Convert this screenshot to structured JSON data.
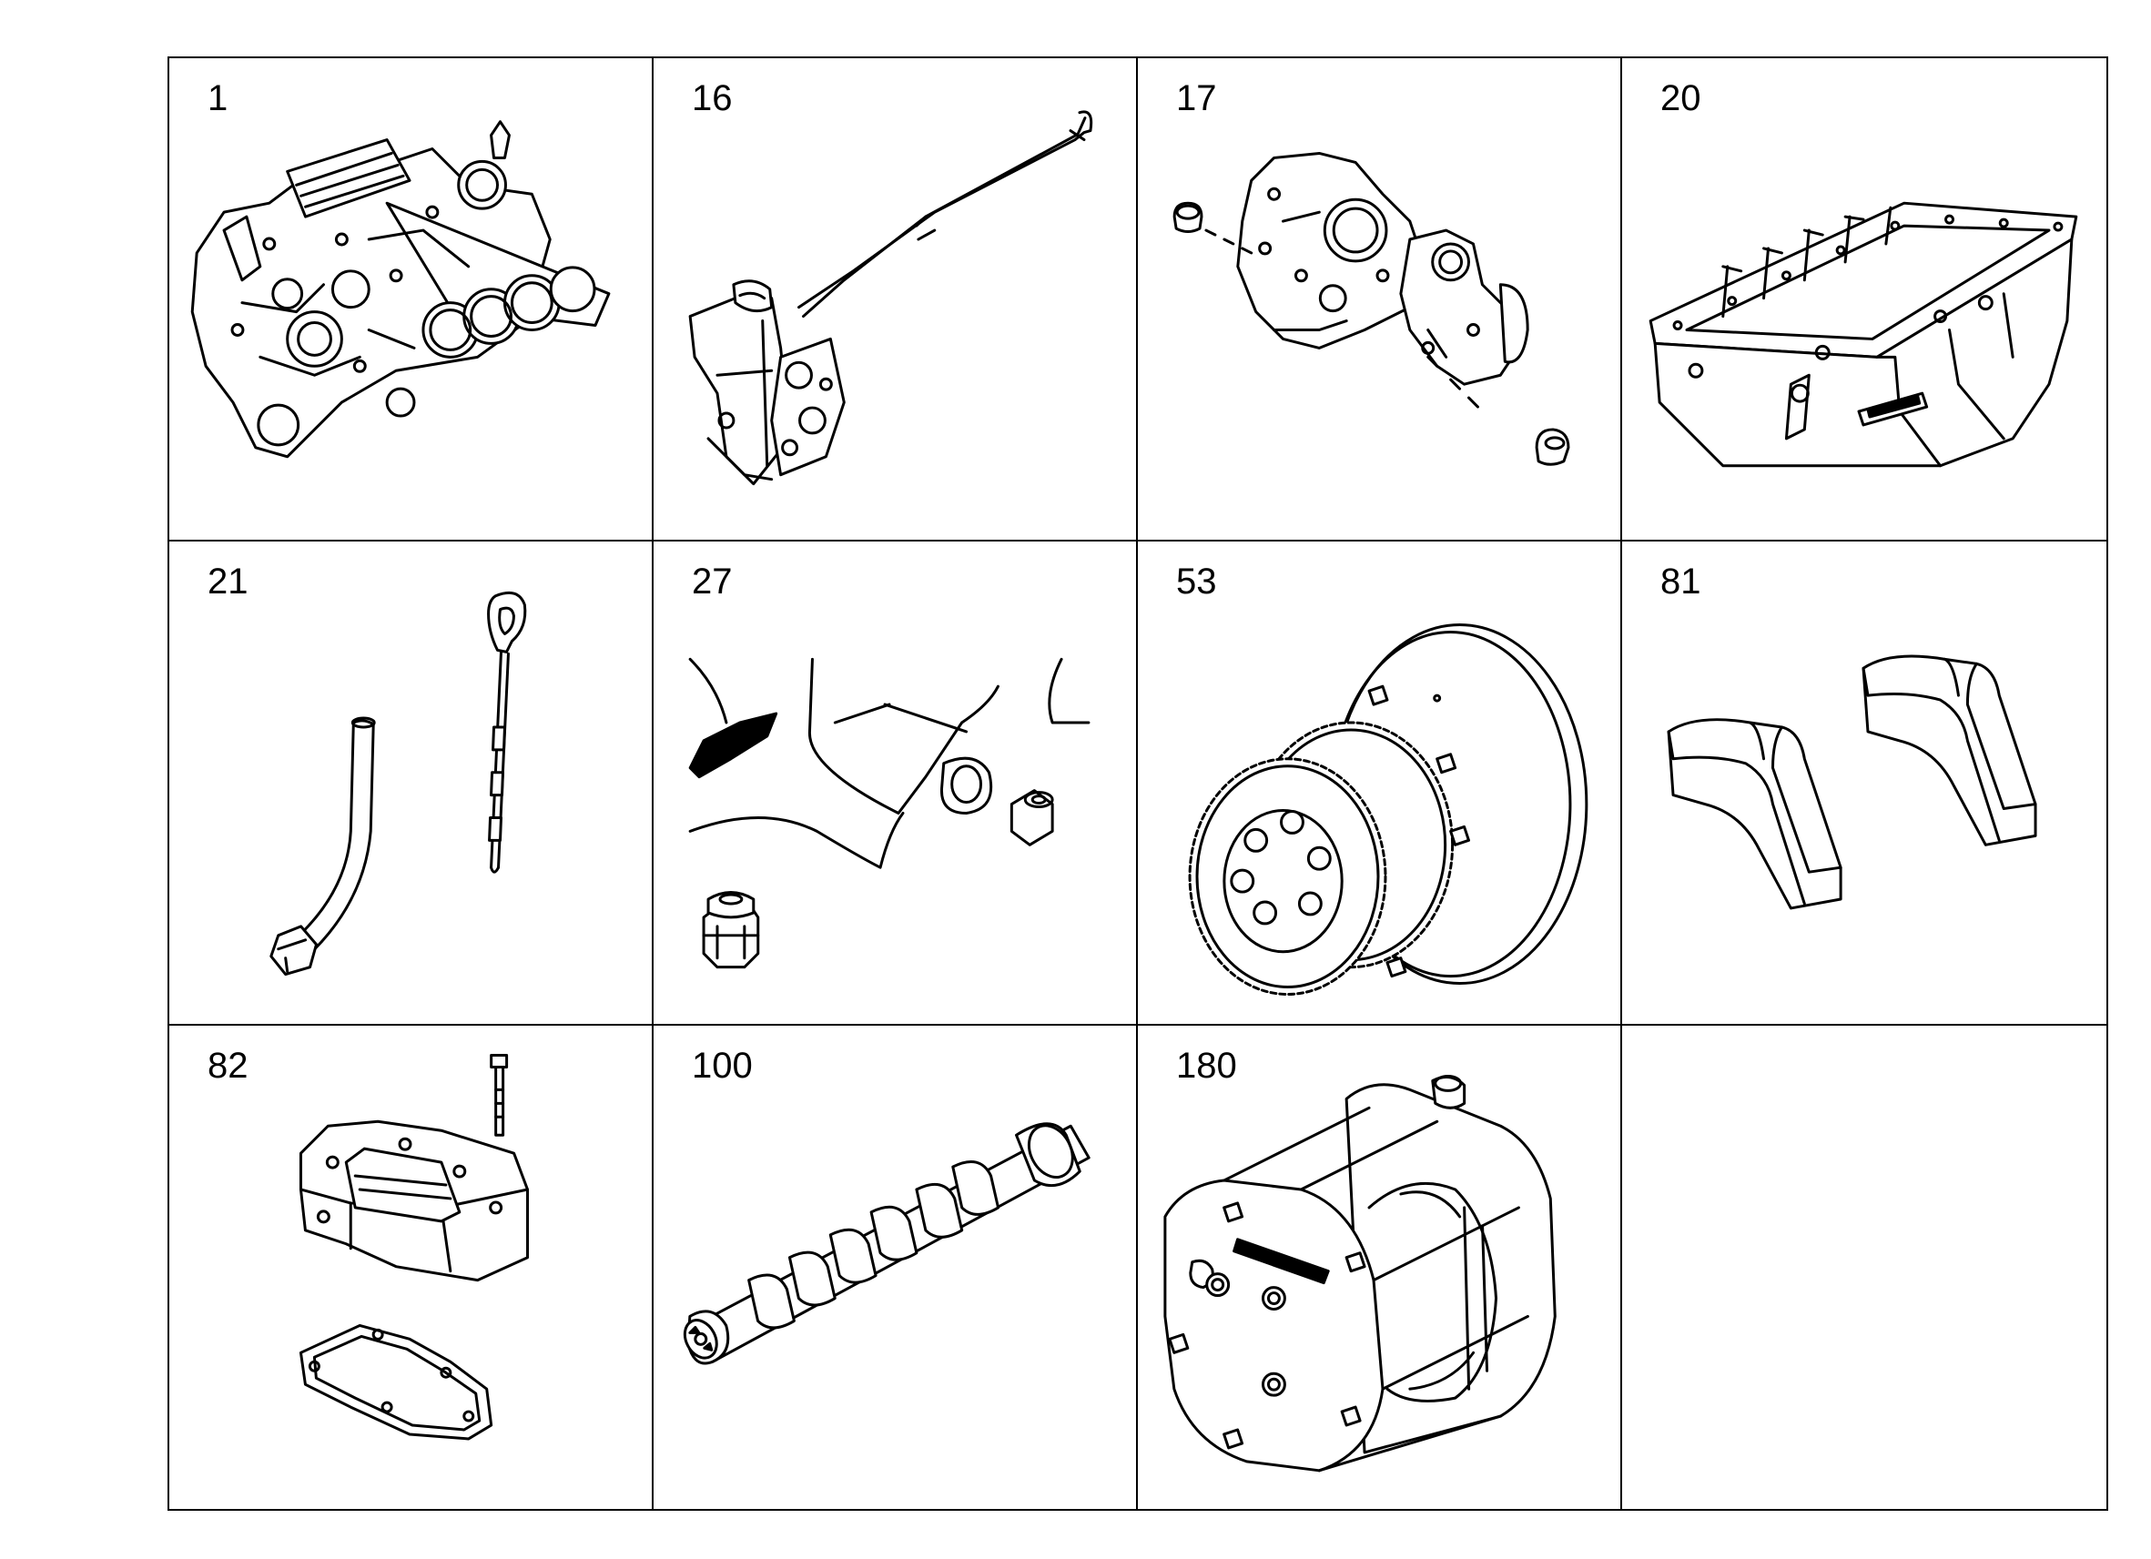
{
  "parts": [
    {
      "number": "1",
      "icon": "engine-block-icon"
    },
    {
      "number": "16",
      "icon": "oil-filter-pipe-icon"
    },
    {
      "number": "17",
      "icon": "timing-case-icon"
    },
    {
      "number": "20",
      "icon": "oil-pan-icon"
    },
    {
      "number": "21",
      "icon": "dipstick-icon"
    },
    {
      "number": "27",
      "icon": "drain-plug-icon"
    },
    {
      "number": "53",
      "icon": "flywheel-gear-icon"
    },
    {
      "number": "81",
      "icon": "bearing-cap-icon"
    },
    {
      "number": "82",
      "icon": "valve-cover-icon"
    },
    {
      "number": "100",
      "icon": "camshaft-icon"
    },
    {
      "number": "180",
      "icon": "vibration-damper-icon"
    },
    {
      "number": "",
      "icon": ""
    }
  ]
}
